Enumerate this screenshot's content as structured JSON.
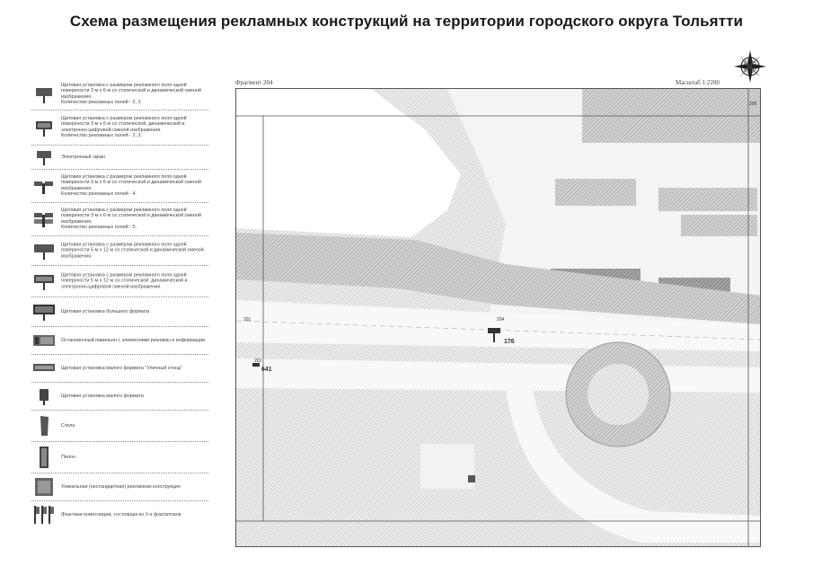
{
  "title": "Схема размещения рекламных конструкций на территории городского округа Тольятти",
  "fragment_label": "Фрагмент 204",
  "scale_label": "Масштаб 1:2200",
  "legend": [
    {
      "icon": "billboard-3x6-static-icon",
      "text": "Щитовая установка с размером рекламного поля одной поверхности 3 м х 6 м со статической и динамической сменой изображения.\nКоличество рекламных полей - 2, 3."
    },
    {
      "icon": "billboard-3x6-digital-icon",
      "text": "Щитовая установка с размером рекламного поля одной поверхности 3 м х 6 м со статической, динамической и электронно-цифровой сменой изображения.\nКоличество рекламных полей - 2, 3."
    },
    {
      "icon": "electronic-screen-icon",
      "text": "Электронный экран"
    },
    {
      "icon": "billboard-3x6-4fields-icon",
      "text": "Щитовая установка с размером рекламного поля одной поверхности 3 м х 6 м со статической и динамической сменой изображения.\nКоличество рекламных полей - 4."
    },
    {
      "icon": "billboard-3x6-5fields-icon",
      "text": "Щитовая установка с размером рекламного поля одной поверхности 3 м х 6 м со статической и динамической сменой изображения.\nКоличество рекламных полей - 5."
    },
    {
      "icon": "billboard-5x12-static-icon",
      "text": "Щитовая установка с размером рекламного поля одной поверхности 5 м х 12 м со статической и динамической сменой изображения."
    },
    {
      "icon": "billboard-5x12-digital-icon",
      "text": "Щитовая установка с размером рекламного поля одной поверхности 5 м х 12 м со статической, динамической и электронно-цифровой сменой изображения."
    },
    {
      "icon": "large-format-billboard-icon",
      "text": "Щитовая установка большего формата"
    },
    {
      "icon": "bus-stop-pavilion-icon",
      "text": "Остановочный павильон с элементами рекламы и информации."
    },
    {
      "icon": "info-stand-icon",
      "text": "Щитовая установка малого формата \"Уличный стенд\""
    },
    {
      "icon": "small-billboard-icon",
      "text": "Щитовая установка малого формата"
    },
    {
      "icon": "stele-icon",
      "text": "Стела"
    },
    {
      "icon": "pylon-icon",
      "text": "Пилон"
    },
    {
      "icon": "unique-structure-icon",
      "text": "Уникальная (нестандартная) рекламная конструкция"
    },
    {
      "icon": "flag-composition-icon",
      "text": "Флаговая композиция, состоящая из 3-х флагштоков"
    }
  ],
  "map": {
    "marker_number": "176",
    "marker_small_number": "204",
    "edge_label_left_number": "641",
    "edge_label_left_small": "201",
    "corner_label_top_right": "206",
    "edge_label_left_mid": "201"
  },
  "colors": {
    "title": "#1a1a1a",
    "hatch_dark": "#7a7a7a",
    "hatch_light": "#c9c9c9",
    "frame": "#555555"
  }
}
